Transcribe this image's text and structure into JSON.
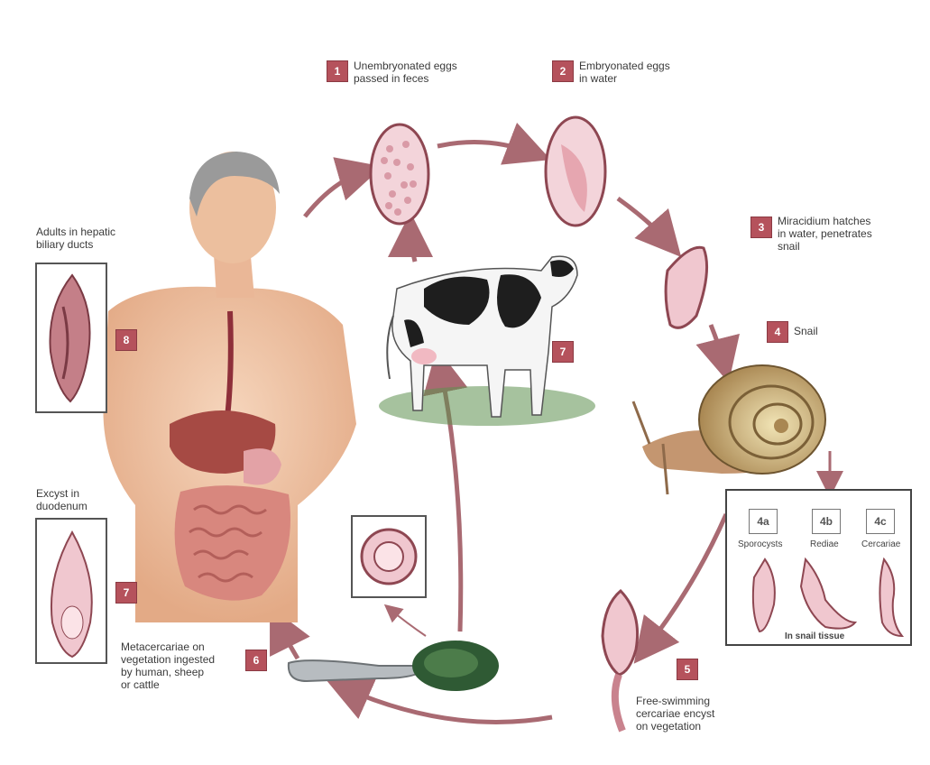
{
  "steps": {
    "s1": {
      "num": "1",
      "text": "Unembryonated eggs\npassed in feces"
    },
    "s2": {
      "num": "2",
      "text": "Embryonated eggs\nin water"
    },
    "s3": {
      "num": "3",
      "text": "Miracidium hatches\nin water, penetrates\nsnail"
    },
    "s4": {
      "num": "4",
      "text": "Snail"
    },
    "s5": {
      "num": "5",
      "text": "Free-swimming\ncercariae encyst\non vegetation"
    },
    "s6": {
      "num": "6",
      "text": "Metacercariae on\nvegetation ingested\nby human, sheep\nor cattle"
    },
    "s7": {
      "num": "7",
      "text": "Excyst in\nduodenum"
    },
    "s8": {
      "num": "8",
      "text": "Adults in hepatic\nbiliary ducts"
    },
    "host": {
      "num": "7"
    }
  },
  "snail_stages": {
    "a": {
      "num": "4a",
      "text": "Sporocysts"
    },
    "b": {
      "num": "4b",
      "text": "Rediae"
    },
    "c": {
      "num": "4c",
      "text": "Cercariae"
    },
    "caption": "In snail tissue"
  },
  "colors": {
    "accent": "#b5525c",
    "arrow": "#a96a72",
    "egg": "#f0c7cf"
  }
}
